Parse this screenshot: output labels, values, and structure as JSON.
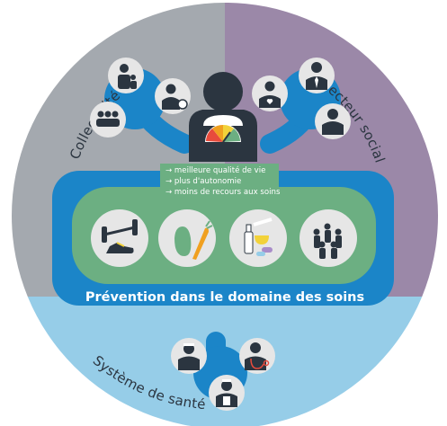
{
  "segments": {
    "top_left": "Collectivité",
    "top_right": "Secteur social",
    "bottom": "Système de santé"
  },
  "benefits": [
    "→ meilleure qualité de vie",
    "→ plus d'autonomie",
    "→ moins de recours aux soins"
  ],
  "banner": "Prévention dans le domaine des soins",
  "icons": {
    "collectivite": [
      "family-icon",
      "child-with-ball-icon",
      "group-icon"
    ],
    "secteur_social": [
      "caregiver-heart-icon",
      "businessman-icon",
      "person-icon"
    ],
    "sante": [
      "doctor-with-mirror-icon",
      "doctor-stethoscope-icon",
      "nurse-icon"
    ],
    "center": [
      "person-with-gauge-icon"
    ],
    "prevention": [
      "fitness-icon",
      "fruits-vegetables-icon",
      "substances-icon",
      "social-group-icon"
    ]
  },
  "colors": {
    "collectivite": "#a4a9af",
    "secteur_social": "#9b88a8",
    "sante": "#96cde8",
    "accent_blue": "#1b85c8",
    "accent_green": "#6caf82",
    "dark": "#2b3540"
  }
}
